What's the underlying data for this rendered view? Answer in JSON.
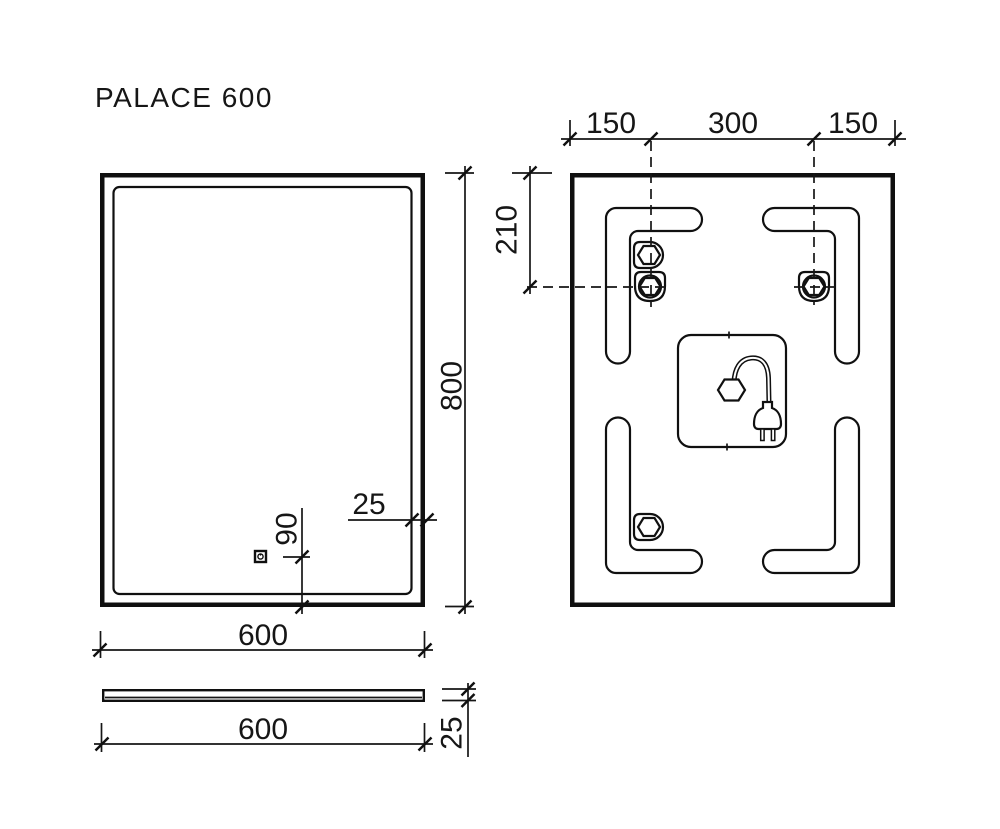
{
  "title": "PALACE 600",
  "colors": {
    "line": "#161616",
    "background": "#ffffff"
  },
  "dimensions": {
    "front_height": "800",
    "front_width": "600",
    "frame_inset": "25",
    "sensor_offset": "90",
    "side_width": "600",
    "side_thickness": "25",
    "rear_left_offset": "150",
    "rear_hole_spacing": "300",
    "rear_right_offset": "150",
    "rear_top_offset": "210"
  },
  "icons": {
    "touch_sensor": "small square with power dot",
    "hex_bolt": "hex head in rounded housing",
    "hex_nut": "hexagon on cable",
    "power_plug": "two-prong plug on cable"
  }
}
